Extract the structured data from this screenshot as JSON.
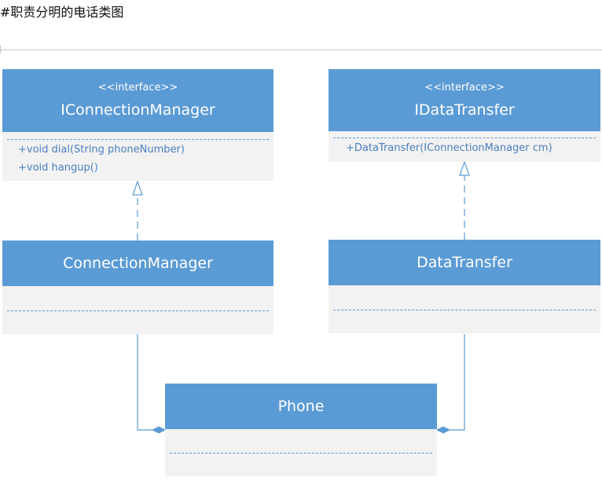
{
  "heading": "#职责分明的电话类图",
  "classes": {
    "iconnection": {
      "stereotype": "<<interface>>",
      "name": "IConnectionManager",
      "operations": [
        "+void dial(String phoneNumber)",
        "+void hangup()"
      ]
    },
    "idatatransfer": {
      "stereotype": "<<interface>>",
      "name": "IDataTransfer",
      "operations": [
        "+DataTransfer(IConnectionManager cm)"
      ]
    },
    "connection": {
      "name": "ConnectionManager"
    },
    "datatransfer": {
      "name": "DataTransfer"
    },
    "phone": {
      "name": "Phone"
    }
  },
  "relations": [
    {
      "from": "ConnectionManager",
      "to": "IConnectionManager",
      "type": "realization"
    },
    {
      "from": "DataTransfer",
      "to": "IDataTransfer",
      "type": "realization"
    },
    {
      "from": "Phone",
      "to": "ConnectionManager",
      "type": "aggregation"
    },
    {
      "from": "Phone",
      "to": "DataTransfer",
      "type": "aggregation"
    }
  ],
  "colors": {
    "header": "#5b9bd5",
    "body": "#f2f2f2",
    "line": "#5b9bd5",
    "text": "#4a7fc0"
  }
}
